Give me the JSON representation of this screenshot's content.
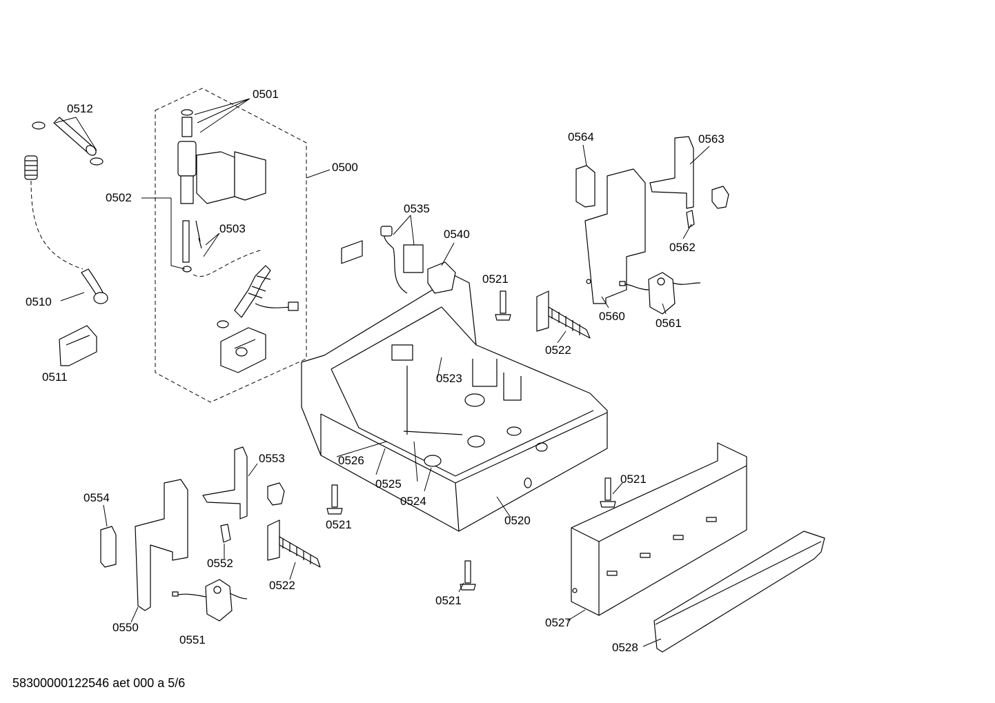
{
  "footer": "58300000122546 aet 000 a 5/6",
  "labels": {
    "l0501": "0501",
    "l0512": "0512",
    "l0500": "0500",
    "l0502": "0502",
    "l0503": "0503",
    "l0510": "0510",
    "l0511": "0511",
    "l0535": "0535",
    "l0540": "0540",
    "l0521a": "0521",
    "l0564": "0564",
    "l0563": "0563",
    "l0562": "0562",
    "l0560": "0560",
    "l0561": "0561",
    "l0522a": "0522",
    "l0523": "0523",
    "l0553": "0553",
    "l0554": "0554",
    "l0526": "0526",
    "l0525": "0525",
    "l0524": "0524",
    "l0521b": "0521",
    "l0520": "0520",
    "l0521c": "0521",
    "l0552": "0552",
    "l0522b": "0522",
    "l0550": "0550",
    "l0551": "0551",
    "l0521d": "0521",
    "l0527": "0527",
    "l0528": "0528"
  }
}
